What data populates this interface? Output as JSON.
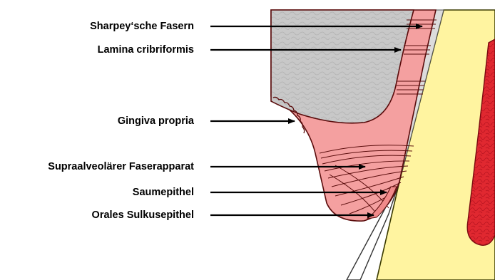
{
  "labels": [
    "Sharpey‘sche Fasern",
    "Lamina cribriformis",
    "Gingiva propria",
    "Supraalveolärer Faserapparat",
    "Saumepithel",
    "Orales Sulkusepithel"
  ],
  "colors": {
    "bone": "#c8c8c8",
    "gingiva": "#f4a0a0",
    "tooth": "#fff4a0",
    "pulp": "#e02830",
    "enamel_edge": "#dcdcdc",
    "outline": "#5a0c0c",
    "arrow": "#000000"
  }
}
